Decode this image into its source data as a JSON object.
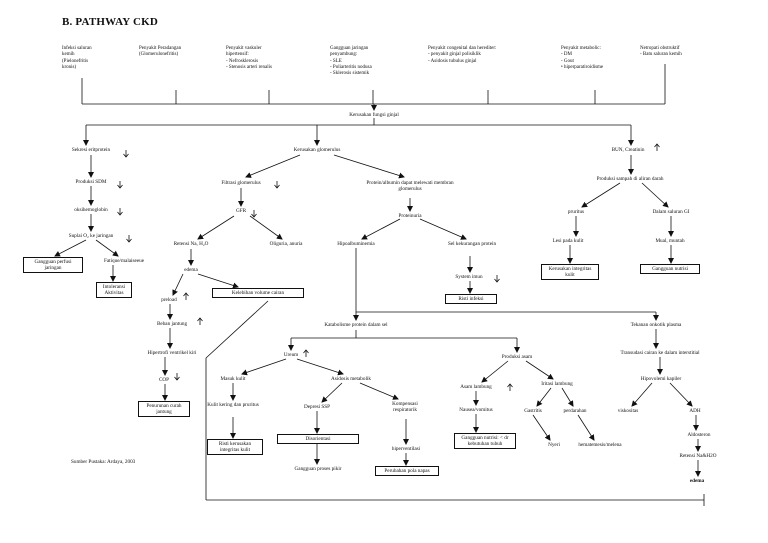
{
  "title": "B. PATHWAY CKD",
  "source_note": "Sumber Pustaka: Ardaya, 2003",
  "causes": [
    {
      "id": "c1",
      "text": "Infeksi saluran\nkemih\n(Pielonefritis\nkronis)"
    },
    {
      "id": "c2",
      "text": "Penyakit Peradangan\n(Glomerulonefritis)"
    },
    {
      "id": "c3",
      "text": "Penyakit vaskuler\nhipertensif:\n-  Nefrosklerosis\n-  Stenosis arteri renalis"
    },
    {
      "id": "c4",
      "text": "Gangguan jaringan\npenyambung:\n-  SLE\n-  Poliarteritis nodusa\n-  Sklerosis sistemik"
    },
    {
      "id": "c5",
      "text": "Penyakit congenital  dan herediter:\n-  penyakit ginjal polisiklik\n-  Asidosis tubulus ginjal"
    },
    {
      "id": "c6",
      "text": "Penyakit metabolic:\n-  DM\n-  Gout\n•  hiperparatiroidisme"
    },
    {
      "id": "c7",
      "text": "Netropati obstruktif\n-  Batu saluran kemih"
    }
  ],
  "nodes": [
    {
      "id": "n_root",
      "text": "Kerusakan fungsi ginjal"
    },
    {
      "id": "n_eritro",
      "text": "Sekresi eritprotein"
    },
    {
      "id": "n_sdm",
      "text": "Produksi SDM"
    },
    {
      "id": "n_oksi",
      "text": "oksihemoglobin"
    },
    {
      "id": "n_suplai",
      "text": "Suplai O₂ ke jaringan"
    },
    {
      "id": "n_perfusi",
      "text": "Gangguan perfusi jaringan"
    },
    {
      "id": "n_fatique",
      "text": "Fatique/malaiseeue"
    },
    {
      "id": "n_intoleransi",
      "text": "Intoleransi Aktivitas"
    },
    {
      "id": "n_glom",
      "text": "Kerusakan glomerulus"
    },
    {
      "id": "n_filtrasi",
      "text": "Filtrasi glomerulus"
    },
    {
      "id": "n_gfr",
      "text": "GFR"
    },
    {
      "id": "n_retensi",
      "text": "Retensi Na, H₂O"
    },
    {
      "id": "n_oliguria",
      "text": "Oliguria, anuria"
    },
    {
      "id": "n_edema_mid",
      "text": "edema"
    },
    {
      "id": "n_kelebihan",
      "text": "Kelebihan volume cairan"
    },
    {
      "id": "n_preload",
      "text": "preload"
    },
    {
      "id": "n_beban",
      "text": "Beban jantung"
    },
    {
      "id": "n_hipertrofi",
      "text": "Hipertrofi ventrikel kiri"
    },
    {
      "id": "n_cop",
      "text": "COP"
    },
    {
      "id": "n_penurunan",
      "text": "Penurunan curah jantung"
    },
    {
      "id": "n_protein",
      "text": "Protein/albumin dapat melewati membran glomerulus"
    },
    {
      "id": "n_proteinuria",
      "text": "Proteinuria"
    },
    {
      "id": "n_hipoalb",
      "text": "Hipoalbuminemia"
    },
    {
      "id": "n_sel",
      "text": "Sel  kekurangan protein"
    },
    {
      "id": "n_imun",
      "text": "System imun"
    },
    {
      "id": "n_infeksi",
      "text": "Risti infeksi"
    },
    {
      "id": "n_bun",
      "text": "BUN, Creatinin"
    },
    {
      "id": "n_sampah",
      "text": "Produksi sampah di aliran darah"
    },
    {
      "id": "n_pruritus",
      "text": "pruritus"
    },
    {
      "id": "n_gi",
      "text": "Dalam saluran GI"
    },
    {
      "id": "n_lesi",
      "text": "Lesi pada kulit"
    },
    {
      "id": "n_mual",
      "text": "Mual, muntah"
    },
    {
      "id": "n_integritas",
      "text": "Kerusakan integritas kulit"
    },
    {
      "id": "n_nutrisi",
      "text": "Gangguan nutrisi"
    },
    {
      "id": "n_katab",
      "text": "Katabolisme protein dalam sel"
    },
    {
      "id": "n_onkotik",
      "text": "Tekanan onkotik plasma"
    },
    {
      "id": "n_ureum",
      "text": "Ureum"
    },
    {
      "id": "n_asam",
      "text": "Produksi asam"
    },
    {
      "id": "n_transudasi",
      "text": "Transudasi cairan ke dalam interstitial"
    },
    {
      "id": "n_masuk",
      "text": "Masuk kulit"
    },
    {
      "id": "n_asidosis",
      "text": "Asidosis metabolik"
    },
    {
      "id": "n_asam_lamb",
      "text": "Asam lambung"
    },
    {
      "id": "n_iritasi",
      "text": "Iritasi lambung"
    },
    {
      "id": "n_hipovolemi",
      "text": "Hipovolemi kapiler"
    },
    {
      "id": "n_kering",
      "text": "Kulit kering dan pruritus"
    },
    {
      "id": "n_depresi",
      "text": "Depresi SSP"
    },
    {
      "id": "n_kompensasi",
      "text": "Kompensasi respiratorik"
    },
    {
      "id": "n_nausea",
      "text": "Nausea/vomitus"
    },
    {
      "id": "n_gastritis",
      "text": "Gastritis"
    },
    {
      "id": "n_perdarahan",
      "text": "perdarahan"
    },
    {
      "id": "n_viskositas",
      "text": "viskositas"
    },
    {
      "id": "n_adh",
      "text": "ADH"
    },
    {
      "id": "n_risti_kulit",
      "text": "Risti kerusakan integritas kulit"
    },
    {
      "id": "n_disorientasi",
      "text": "Disorientasi"
    },
    {
      "id": "n_hiperventilasi",
      "text": "hiperventilasi"
    },
    {
      "id": "n_gangguan_nutrisi2",
      "text": "Gangguan nutrisi: < dr kebutuhan tubuh"
    },
    {
      "id": "n_nyeri",
      "text": "Nyeri"
    },
    {
      "id": "n_hematemesis",
      "text": "hematemesis/melena"
    },
    {
      "id": "n_aldosteron",
      "text": "Aldosteron"
    },
    {
      "id": "n_proses",
      "text": "Gangguan proses pikir"
    },
    {
      "id": "n_pola",
      "text": "Perubahan  pola napas"
    },
    {
      "id": "n_retensi2",
      "text": "Retensi Na&H2O"
    },
    {
      "id": "n_edema_end",
      "text": "edema"
    }
  ]
}
